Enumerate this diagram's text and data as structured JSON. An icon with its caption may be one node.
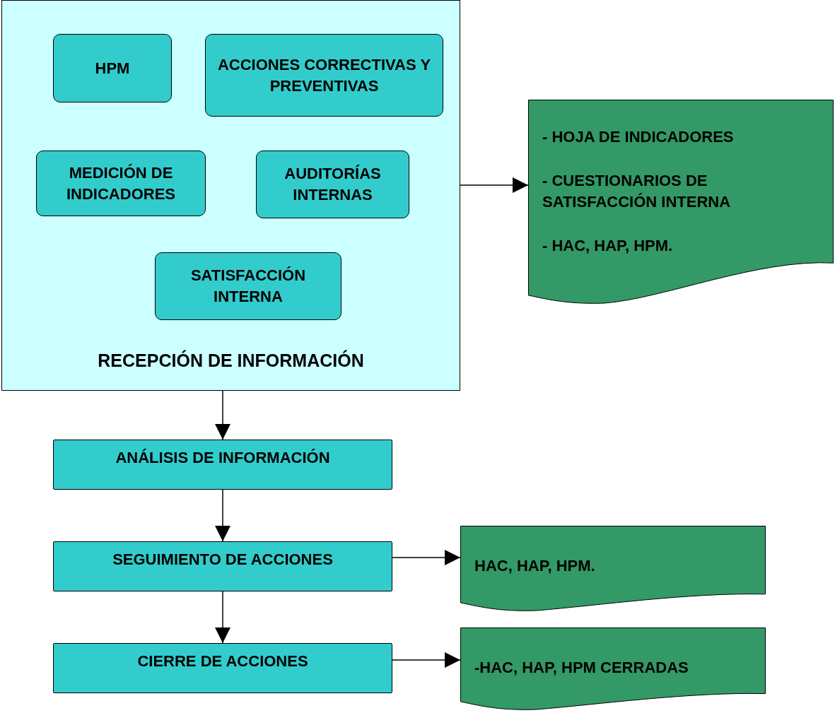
{
  "diagram": {
    "nodes": [
      {
        "text": [
          "RECEPCIÓN DE INFORMACIÓN"
        ]
      },
      {
        "text": [
          "HPM"
        ],
        "in": 0
      },
      {
        "text": [
          "ACCIONES CORRECTIVAS Y PREVENTIVAS"
        ],
        "in": 0
      },
      {
        "text": [
          "MEDICIÓN DE INDICADORES"
        ],
        "in": 0
      },
      {
        "text": [
          "AUDITORÍAS INTERNAS"
        ],
        "in": 0
      },
      {
        "text": [
          "SATISFACCIÓN INTERNA"
        ],
        "in": 0
      },
      {
        "text": [
          "- HOJA DE INDICADORES",
          "- CUESTIONARIOS DE SATISFACCIÓN INTERNA",
          "- HAC, HAP, HPM."
        ]
      },
      {
        "text": [
          "ANÁLISIS DE INFORMACIÓN"
        ]
      },
      {
        "text": [
          "SEGUIMIENTO DE ACCIONES"
        ]
      },
      {
        "text": [
          "CIERRE DE ACCIONES"
        ]
      },
      {
        "text": [
          "HAC, HAP, HPM."
        ]
      },
      {
        "text": [
          "-HAC, HAP, HPM CERRADAS"
        ]
      }
    ],
    "edges": [
      {
        "from": 0,
        "to": 6,
        "arrow": "to"
      },
      {
        "from": 0,
        "to": 7,
        "arrow": "to"
      },
      {
        "from": 7,
        "to": 8,
        "arrow": "to"
      },
      {
        "from": 8,
        "to": 9,
        "arrow": "to"
      },
      {
        "from": 8,
        "to": 10,
        "arrow": "to"
      },
      {
        "from": 9,
        "to": 11,
        "arrow": "to"
      }
    ]
  }
}
